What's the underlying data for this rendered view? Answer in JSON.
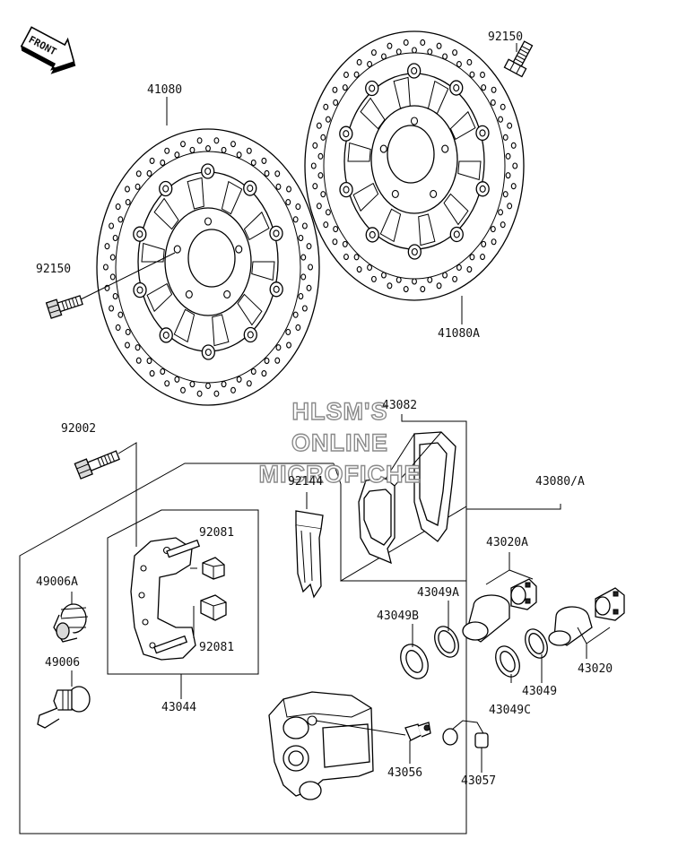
{
  "front_arrow": {
    "label": "FRONT"
  },
  "watermark": {
    "lines": [
      "HLSM'S",
      "ONLINE",
      "MICROFICHE"
    ]
  },
  "labels": {
    "disc_left": "41080",
    "disc_right": "41080A",
    "bolt_right": "92150",
    "bolt_left": "92150",
    "bleeder_bolt": "92002",
    "pads": "43082",
    "pad_spring": "92144",
    "caliper_assy": "43080/A",
    "piston_set_a": "43020A",
    "piston_set_b": "43020",
    "boot_a": "49006A",
    "boot_b": "49006",
    "clip_top": "92081",
    "clip_bottom": "92081",
    "bracket": "43044",
    "seal_a1": "43049A",
    "seal_b1": "43049B",
    "seal_c": "43049C",
    "seal": "43049",
    "bleeder": "43056",
    "cap": "43057"
  }
}
